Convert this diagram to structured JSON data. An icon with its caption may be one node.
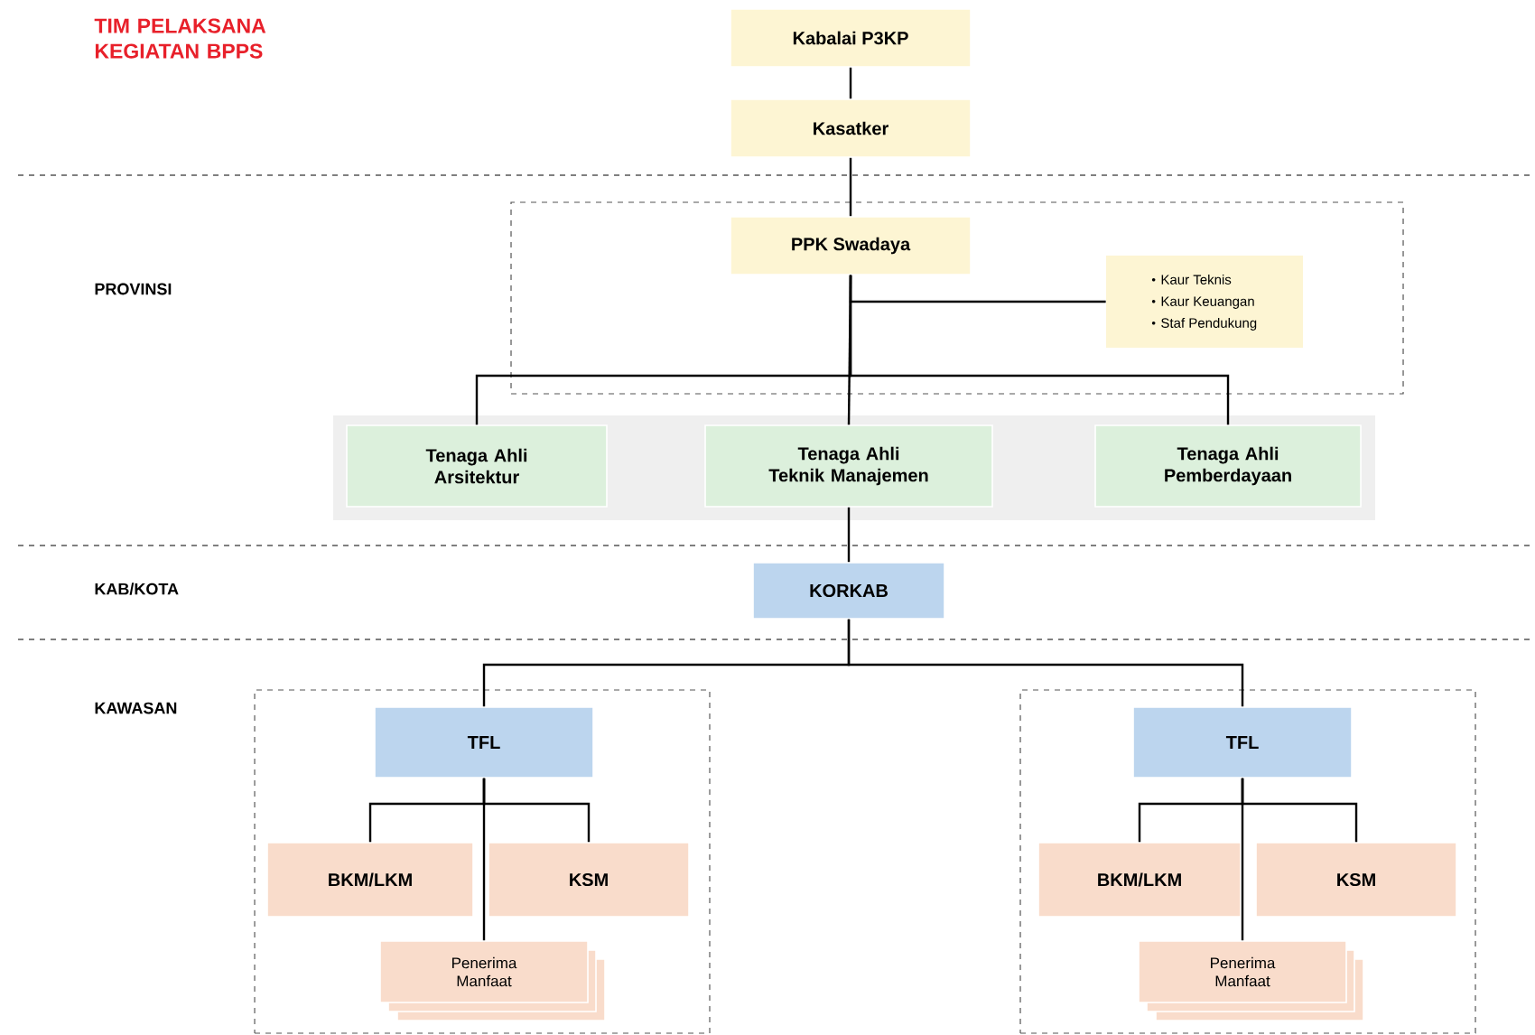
{
  "diagram": {
    "title": "TIM PELAKSANA KEGIATAN BPPS",
    "nodes": [
      {
        "text": [
          "Kabalai P3KP"
        ]
      },
      {
        "text": [
          "Kasatker"
        ]
      },
      {
        "text": [],
        "shape": "box"
      },
      {
        "text": [
          "PPK Swadaya"
        ],
        "in": 2
      },
      {
        "text": [
          "Kaur Teknis",
          "Kaur Keuangan",
          "Staf Pendukung"
        ],
        "in": 2
      },
      {
        "text": [],
        "shape": "band"
      },
      {
        "text": [
          "Tenaga Ahli Arsitektur"
        ],
        "in": 5
      },
      {
        "text": [
          "Tenaga Ahli Teknik Manajemen"
        ],
        "in": 5
      },
      {
        "text": [
          "Tenaga Ahli Pemberdayaan"
        ],
        "in": 5
      },
      {
        "text": [
          "KORKAB"
        ]
      },
      {
        "text": [],
        "shape": "box"
      },
      {
        "text": [
          "TFL"
        ],
        "in": 10
      },
      {
        "text": [
          "BKM/LKM"
        ],
        "in": 10
      },
      {
        "text": [
          "KSM"
        ],
        "in": 10
      },
      {
        "text": [
          "Penerima Manfaat"
        ],
        "in": 10
      },
      {
        "text": [],
        "shape": "box"
      },
      {
        "text": [
          "TFL"
        ],
        "in": 15
      },
      {
        "text": [
          "BKM/LKM"
        ],
        "in": 15
      },
      {
        "text": [
          "KSM"
        ],
        "in": 15
      },
      {
        "text": [
          "Penerima Manfaat"
        ],
        "in": 15
      }
    ],
    "edges": [
      {
        "from": 0,
        "to": 1,
        "arrow": "none"
      },
      {
        "from": 1,
        "to": 3,
        "arrow": "none"
      },
      {
        "from": 3,
        "to": 4,
        "arrow": "none"
      },
      {
        "from": 3,
        "to": 6,
        "arrow": "none"
      },
      {
        "from": 3,
        "to": 7,
        "arrow": "none"
      },
      {
        "from": 3,
        "to": 8,
        "arrow": "none"
      },
      {
        "from": 7,
        "to": 9,
        "arrow": "none"
      },
      {
        "from": 9,
        "to": 11,
        "arrow": "none"
      },
      {
        "from": 9,
        "to": 16,
        "arrow": "none"
      },
      {
        "from": 11,
        "to": 12,
        "arrow": "none"
      },
      {
        "from": 11,
        "to": 13,
        "arrow": "none"
      },
      {
        "from": 11,
        "to": 14,
        "arrow": "none"
      },
      {
        "from": 16,
        "to": 17,
        "arrow": "none"
      },
      {
        "from": 16,
        "to": 18,
        "arrow": "none"
      },
      {
        "from": 16,
        "to": 19,
        "arrow": "none"
      }
    ],
    "labels": [
      "PROVINSI",
      "KAB/KOTA",
      "KAWASAN"
    ]
  }
}
